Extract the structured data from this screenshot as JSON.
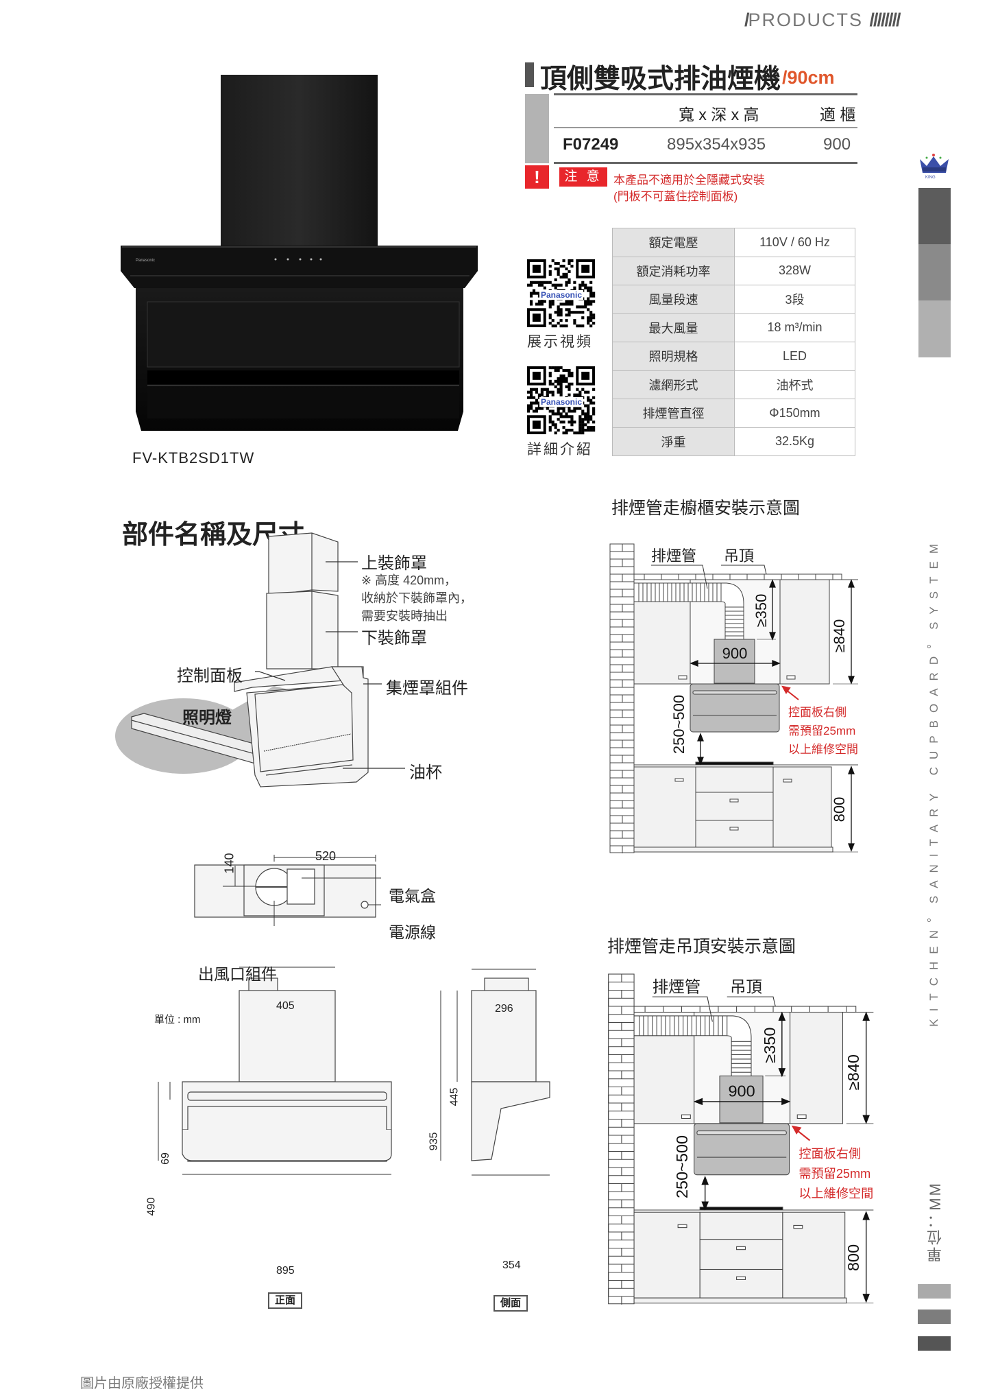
{
  "header": {
    "section_label": "PRODUCTS"
  },
  "product": {
    "title": "頂側雙吸式排油煙機",
    "size_suffix": "/90cm",
    "table_headers": [
      "寬 x 深 x 高",
      "適 櫃"
    ],
    "code": "F07249",
    "dimensions": "895x354x935",
    "cabinet": "900",
    "notice_tag": "注 意",
    "notice_lines": [
      "本產品不適用於全隱藏式安裝",
      "(門板不可蓋住控制面板)"
    ],
    "model": "FV-KTB2SD1TW",
    "brand": "Panasonic"
  },
  "qr": {
    "video_label": "展示視頻",
    "detail_label": "詳細介紹",
    "logo_text": "Panasonic"
  },
  "specs": [
    {
      "key": "額定電壓",
      "value": "110V / 60 Hz"
    },
    {
      "key": "額定消耗功率",
      "value": "328W"
    },
    {
      "key": "風量段速",
      "value": "3段"
    },
    {
      "key": "最大風量",
      "value": "18 m³/min"
    },
    {
      "key": "照明規格",
      "value": "LED"
    },
    {
      "key": "濾網形式",
      "value": "油杯式"
    },
    {
      "key": "排煙管直徑",
      "value": "Φ150mm"
    },
    {
      "key": "淨重",
      "value": "32.5Kg"
    }
  ],
  "parts": {
    "title": "部件名稱及尺寸",
    "upper_cover": "上裝飾罩",
    "upper_note": [
      "※ 高度 420mm，",
      "收納於下裝飾罩內，",
      "需要安裝時抽出"
    ],
    "lower_cover": "下裝飾罩",
    "control_panel": "控制面板",
    "hood_assembly": "集煙罩組件",
    "light": "照明燈",
    "oil_cup": "油杯",
    "electric_box": "電氣盒",
    "power_cord": "電源線",
    "outlet_assembly": "出風口組件"
  },
  "dimensions": {
    "unit": "單位 : mm",
    "back": {
      "d520": "520",
      "d140": "140"
    },
    "front": {
      "d405": "405",
      "d69": "69",
      "d490": "490",
      "d895": "895",
      "tag": "正面"
    },
    "side": {
      "d296": "296",
      "d445": "445",
      "d935": "935",
      "d354": "354",
      "tag": "側面"
    }
  },
  "install": [
    {
      "title": "排煙管走櫥櫃安裝示意圖",
      "duct": "排煙管",
      "ceiling": "吊頂",
      "d350": "≥350",
      "d840": "≥840",
      "d900": "900",
      "d250": "250~500",
      "d800": "800",
      "warn": [
        "控面板右側",
        "需預留25mm",
        "以上維修空間"
      ]
    },
    {
      "title": "排煙管走吊頂安裝示意圖",
      "duct": "排煙管",
      "ceiling": "吊頂",
      "d350": "≥350",
      "d840": "≥840",
      "d900": "900",
      "d250": "250~500",
      "d800": "800",
      "warn": [
        "控面板右側",
        "需預留25mm",
        "以上維修空間"
      ]
    }
  ],
  "sidebar": {
    "vertical_text": "KITCHEN。SANITARY CUPBOARD。SYSTEM",
    "unit": "單位：MM",
    "logo_text": "KING"
  },
  "footer": "圖片由原廠授權提供",
  "colors": {
    "accent": "#e0572c",
    "warning": "#e8262b",
    "dark": "#555555"
  }
}
